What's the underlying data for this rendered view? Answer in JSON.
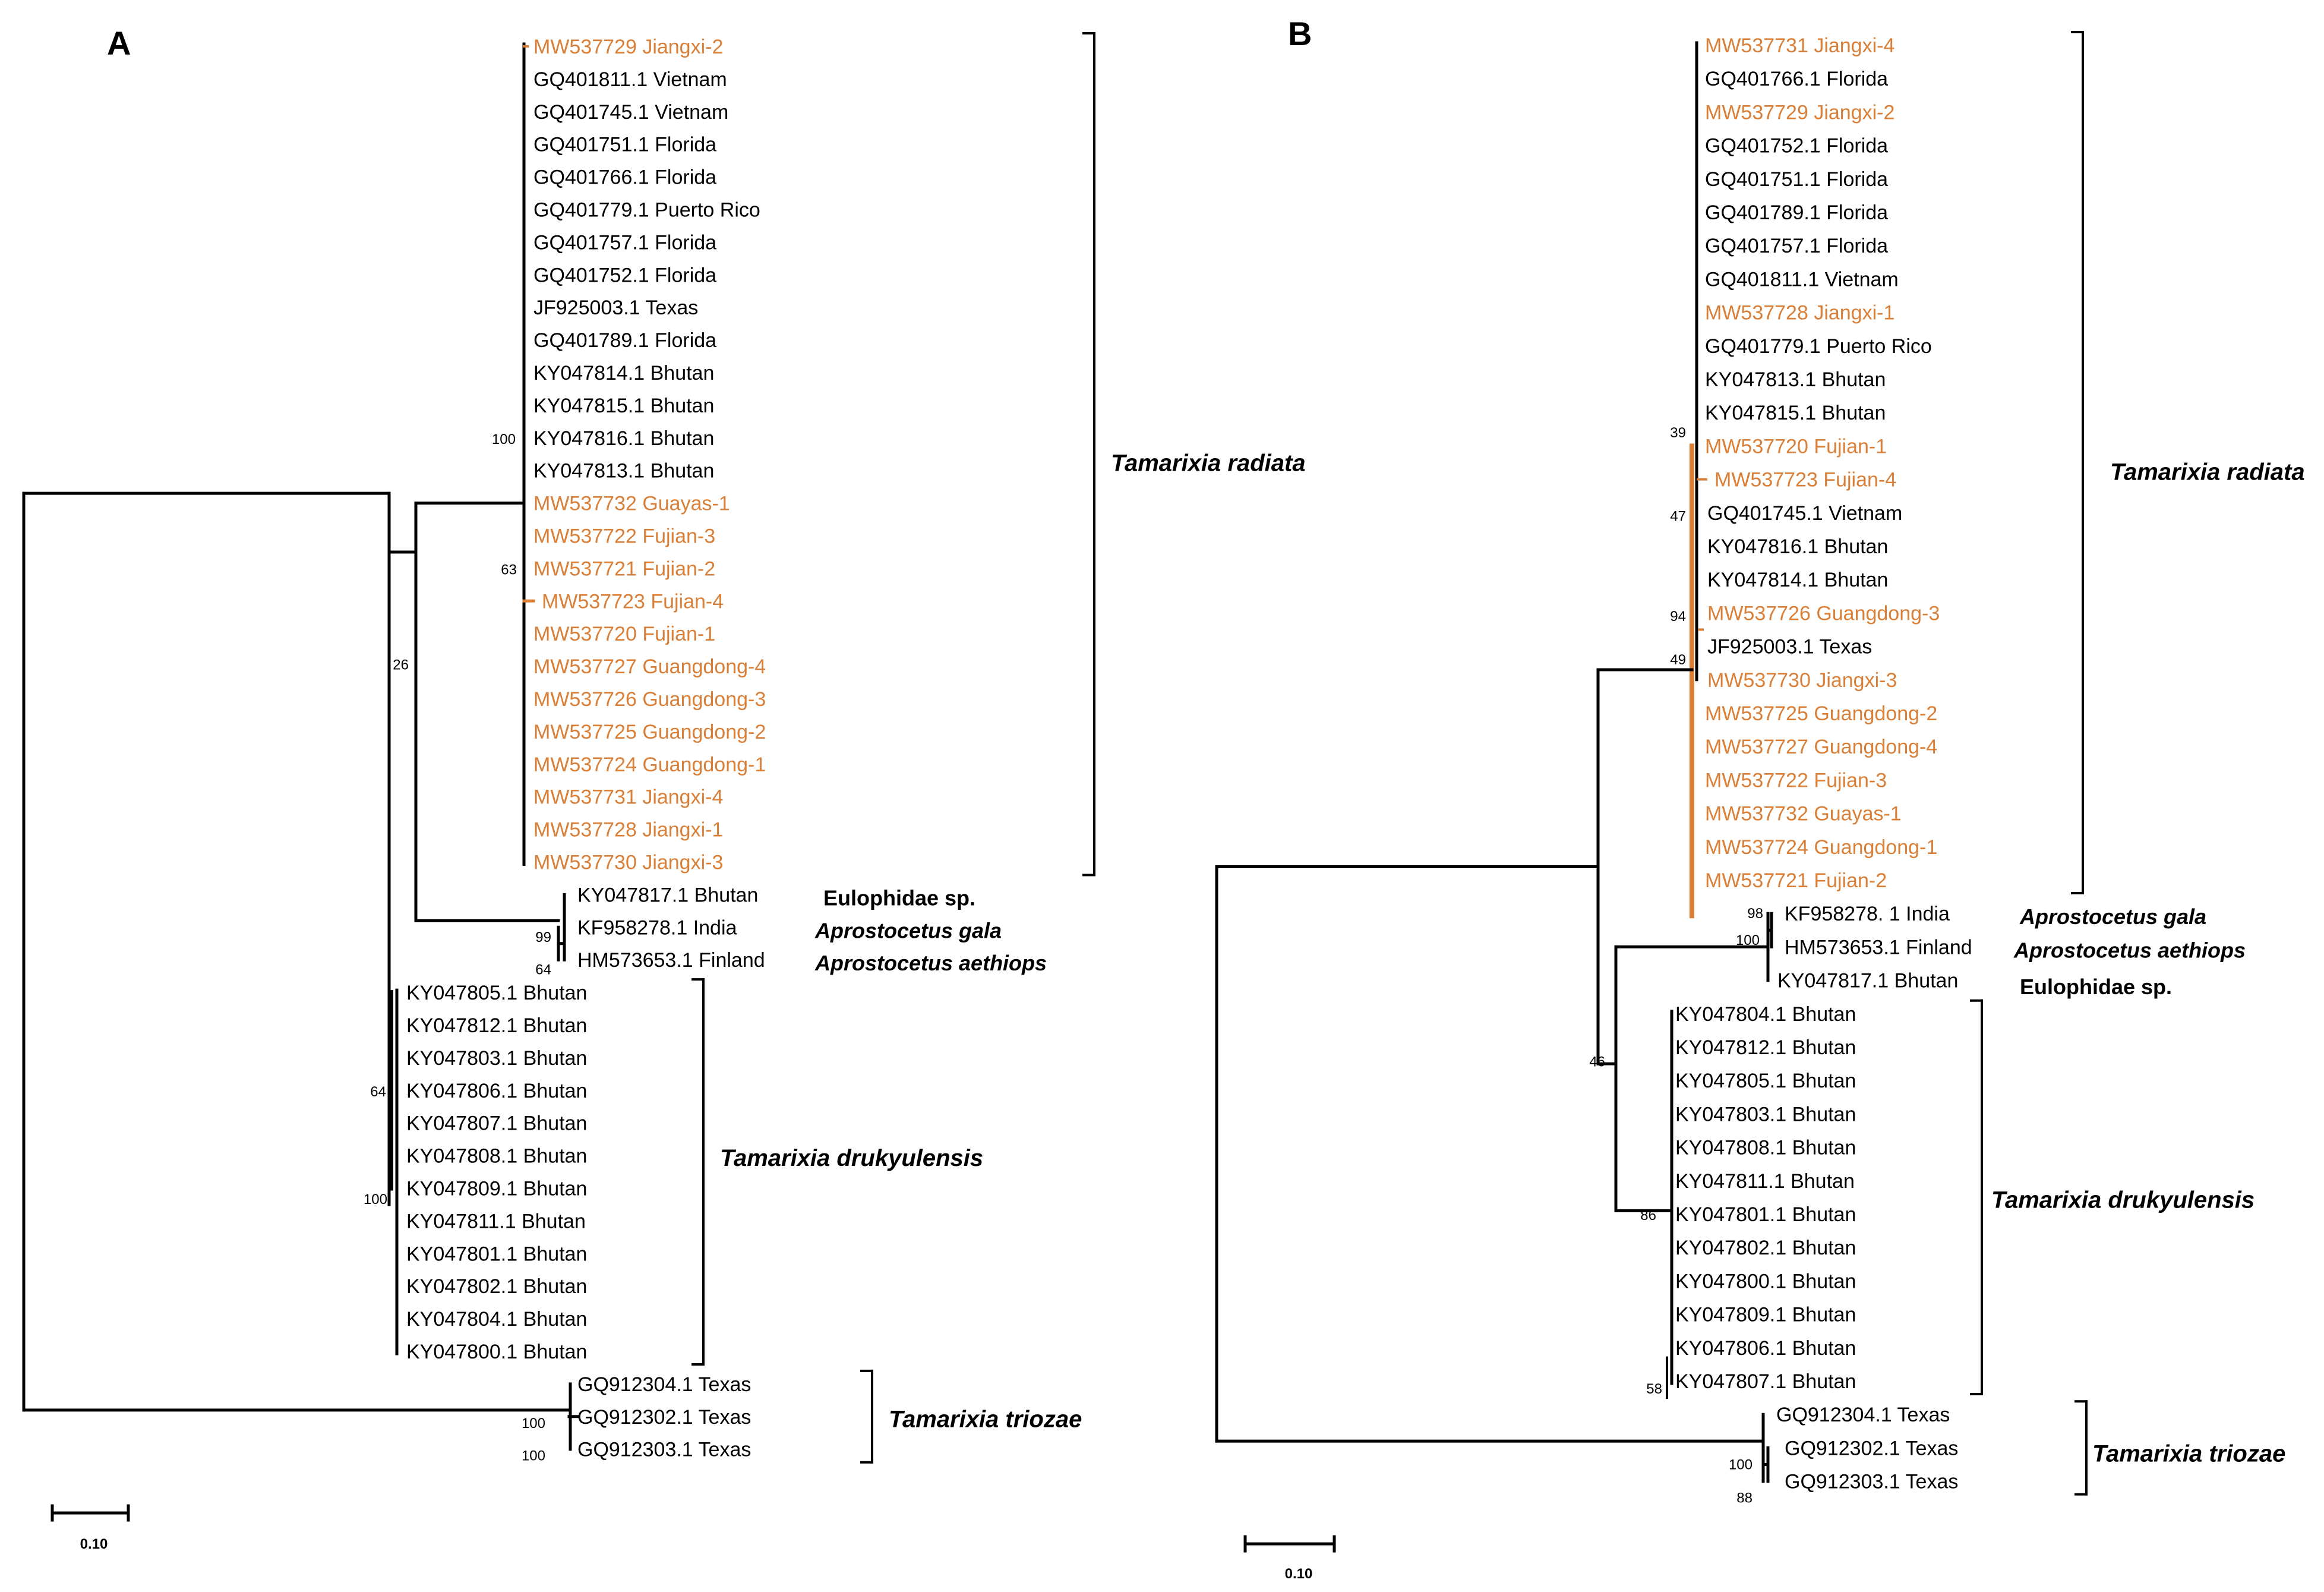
{
  "colors": {
    "highlight": "#d97f37",
    "default": "#000000"
  },
  "panels": [
    {
      "id": "A",
      "letter": "A",
      "scale": "0.10",
      "leaves": [
        {
          "text": "MW537729 Jiangxi-2",
          "hl": true
        },
        {
          "text": "GQ401811.1 Vietnam",
          "hl": false
        },
        {
          "text": "GQ401745.1 Vietnam",
          "hl": false
        },
        {
          "text": "GQ401751.1 Florida",
          "hl": false
        },
        {
          "text": "GQ401766.1 Florida",
          "hl": false
        },
        {
          "text": "GQ401779.1 Puerto Rico",
          "hl": false
        },
        {
          "text": "GQ401757.1 Florida",
          "hl": false
        },
        {
          "text": "GQ401752.1 Florida",
          "hl": false
        },
        {
          "text": "JF925003.1 Texas",
          "hl": false
        },
        {
          "text": "GQ401789.1 Florida",
          "hl": false
        },
        {
          "text": "KY047814.1 Bhutan",
          "hl": false
        },
        {
          "text": "KY047815.1 Bhutan",
          "hl": false
        },
        {
          "text": "KY047816.1 Bhutan",
          "hl": false
        },
        {
          "text": "KY047813.1 Bhutan",
          "hl": false
        },
        {
          "text": "MW537732 Guayas-1",
          "hl": true
        },
        {
          "text": "MW537722 Fujian-3",
          "hl": true
        },
        {
          "text": "MW537721 Fujian-2",
          "hl": true
        },
        {
          "text": "MW537723 Fujian-4",
          "hl": true
        },
        {
          "text": "MW537720 Fujian-1",
          "hl": true
        },
        {
          "text": "MW537727 Guangdong-4",
          "hl": true
        },
        {
          "text": "MW537726 Guangdong-3",
          "hl": true
        },
        {
          "text": "MW537725 Guangdong-2",
          "hl": true
        },
        {
          "text": "MW537724 Guangdong-1",
          "hl": true
        },
        {
          "text": "MW537731 Jiangxi-4",
          "hl": true
        },
        {
          "text": "MW537728 Jiangxi-1",
          "hl": true
        },
        {
          "text": "MW537730 Jiangxi-3",
          "hl": true
        },
        {
          "text": "KY047817.1 Bhutan",
          "hl": false
        },
        {
          "text": "KF958278.1 India",
          "hl": false
        },
        {
          "text": "HM573653.1 Finland",
          "hl": false
        },
        {
          "text": "KY047805.1 Bhutan",
          "hl": false
        },
        {
          "text": "KY047812.1 Bhutan",
          "hl": false
        },
        {
          "text": "KY047803.1 Bhutan",
          "hl": false
        },
        {
          "text": "KY047806.1 Bhutan",
          "hl": false
        },
        {
          "text": "KY047807.1 Bhutan",
          "hl": false
        },
        {
          "text": "KY047808.1 Bhutan",
          "hl": false
        },
        {
          "text": "KY047809.1 Bhutan",
          "hl": false
        },
        {
          "text": "KY047811.1 Bhutan",
          "hl": false
        },
        {
          "text": "KY047801.1 Bhutan",
          "hl": false
        },
        {
          "text": "KY047802.1 Bhutan",
          "hl": false
        },
        {
          "text": "KY047804.1 Bhutan",
          "hl": false
        },
        {
          "text": "KY047800.1 Bhutan",
          "hl": false
        },
        {
          "text": "GQ912304.1 Texas",
          "hl": false
        },
        {
          "text": "GQ912302.1 Texas",
          "hl": false
        },
        {
          "text": "GQ912303.1 Texas",
          "hl": false
        }
      ],
      "support": [
        "100",
        "63",
        "26",
        "99",
        "64",
        "64",
        "100",
        "100",
        "100"
      ],
      "clades": [
        {
          "label": "Tamarixia radiata",
          "style": "sp"
        },
        {
          "label": "Tamarixia drukyulensis",
          "style": "sp"
        },
        {
          "label": "Tamarixia triozae",
          "style": "sp"
        }
      ],
      "outgroups": [
        {
          "label": "Eulophidae sp.",
          "style": "grp"
        },
        {
          "label": "Aprostocetus gala",
          "style": "spi"
        },
        {
          "label": "Aprostocetus aethiops",
          "style": "spi"
        }
      ]
    },
    {
      "id": "B",
      "letter": "B",
      "scale": "0.10",
      "leaves": [
        {
          "text": "MW537731 Jiangxi-4",
          "hl": true
        },
        {
          "text": "GQ401766.1 Florida",
          "hl": false
        },
        {
          "text": "MW537729 Jiangxi-2",
          "hl": true
        },
        {
          "text": "GQ401752.1 Florida",
          "hl": false
        },
        {
          "text": "GQ401751.1 Florida",
          "hl": false
        },
        {
          "text": "GQ401789.1 Florida",
          "hl": false
        },
        {
          "text": "GQ401757.1 Florida",
          "hl": false
        },
        {
          "text": "GQ401811.1 Vietnam",
          "hl": false
        },
        {
          "text": "MW537728 Jiangxi-1",
          "hl": true
        },
        {
          "text": "GQ401779.1 Puerto Rico",
          "hl": false
        },
        {
          "text": "KY047813.1 Bhutan",
          "hl": false
        },
        {
          "text": "KY047815.1 Bhutan",
          "hl": false
        },
        {
          "text": "MW537720 Fujian-1",
          "hl": true
        },
        {
          "text": "MW537723 Fujian-4",
          "hl": true
        },
        {
          "text": "GQ401745.1 Vietnam",
          "hl": false
        },
        {
          "text": "KY047816.1 Bhutan",
          "hl": false
        },
        {
          "text": "KY047814.1 Bhutan",
          "hl": false
        },
        {
          "text": "MW537726 Guangdong-3",
          "hl": true
        },
        {
          "text": "JF925003.1 Texas",
          "hl": false
        },
        {
          "text": "MW537730 Jiangxi-3",
          "hl": true
        },
        {
          "text": "MW537725 Guangdong-2",
          "hl": true
        },
        {
          "text": "MW537727 Guangdong-4",
          "hl": true
        },
        {
          "text": "MW537722 Fujian-3",
          "hl": true
        },
        {
          "text": "MW537732 Guayas-1",
          "hl": true
        },
        {
          "text": "MW537724 Guangdong-1",
          "hl": true
        },
        {
          "text": "MW537721 Fujian-2",
          "hl": true
        },
        {
          "text": "KF958278. 1 India",
          "hl": false
        },
        {
          "text": "HM573653.1 Finland",
          "hl": false
        },
        {
          "text": "KY047817.1 Bhutan",
          "hl": false
        },
        {
          "text": "KY047804.1 Bhutan",
          "hl": false
        },
        {
          "text": "KY047812.1 Bhutan",
          "hl": false
        },
        {
          "text": "KY047805.1 Bhutan",
          "hl": false
        },
        {
          "text": "KY047803.1 Bhutan",
          "hl": false
        },
        {
          "text": "KY047808.1 Bhutan",
          "hl": false
        },
        {
          "text": "KY047811.1 Bhutan",
          "hl": false
        },
        {
          "text": "KY047801.1 Bhutan",
          "hl": false
        },
        {
          "text": "KY047802.1 Bhutan",
          "hl": false
        },
        {
          "text": "KY047800.1 Bhutan",
          "hl": false
        },
        {
          "text": "KY047809.1 Bhutan",
          "hl": false
        },
        {
          "text": "KY047806.1 Bhutan",
          "hl": false
        },
        {
          "text": "KY047807.1 Bhutan",
          "hl": false
        },
        {
          "text": "GQ912304.1 Texas",
          "hl": false
        },
        {
          "text": "GQ912302.1 Texas",
          "hl": false
        },
        {
          "text": "GQ912303.1 Texas",
          "hl": false
        }
      ],
      "support": [
        "39",
        "47",
        "94",
        "49",
        "98",
        "100",
        "46",
        "86",
        "58",
        "100",
        "88"
      ],
      "clades": [
        {
          "label": "Tamarixia radiata",
          "style": "sp"
        },
        {
          "label": "Tamarixia drukyulensis",
          "style": "sp"
        },
        {
          "label": "Tamarixia triozae",
          "style": "sp"
        }
      ],
      "outgroups": [
        {
          "label": "Aprostocetus gala",
          "style": "spi"
        },
        {
          "label": "Aprostocetus aethiops",
          "style": "spi"
        },
        {
          "label": "Eulophidae sp.",
          "style": "grp"
        }
      ]
    }
  ]
}
